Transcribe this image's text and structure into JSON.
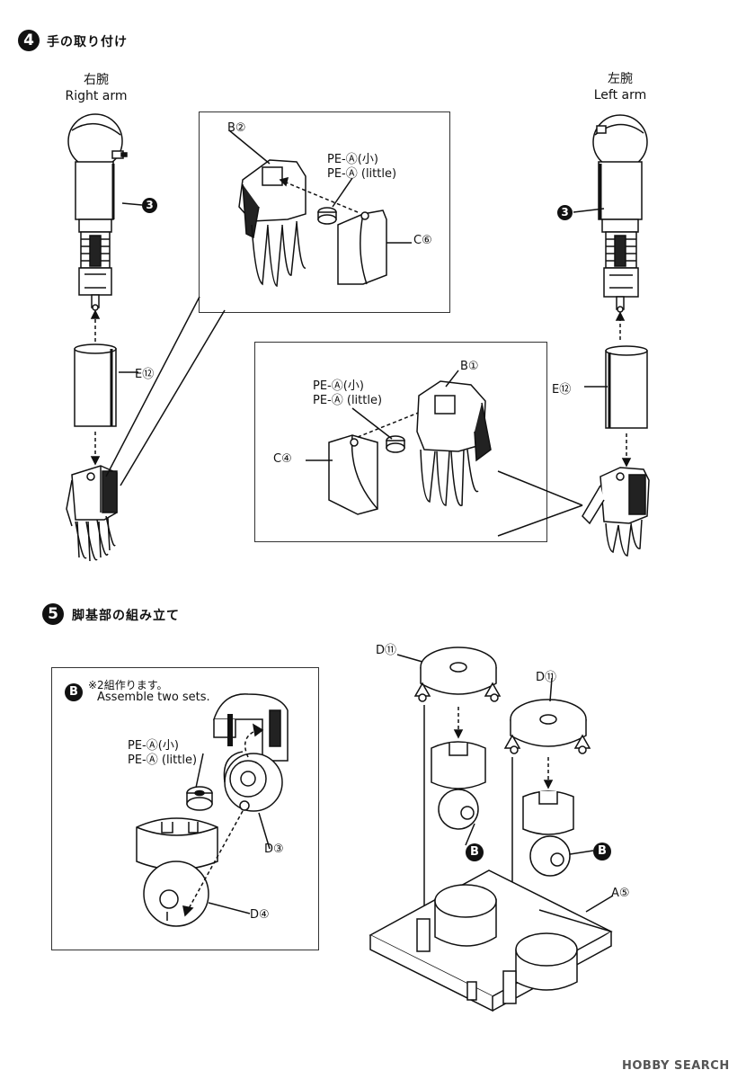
{
  "step4": {
    "number": "4",
    "title": "手の取り付け"
  },
  "step5": {
    "number": "5",
    "title": "脚基部の組み立て"
  },
  "right_arm": {
    "jp": "右腕",
    "en": "Right arm"
  },
  "left_arm": {
    "jp": "左腕",
    "en": "Left arm"
  },
  "parts": {
    "ref3": "3",
    "e12": "E⑫",
    "b2": "B②",
    "b1": "B①",
    "c6": "C⑥",
    "c4": "C④",
    "pe_small": "PE-Ⓐ(小)",
    "pe_little": "PE-Ⓐ (little)",
    "d11": "D⑪",
    "d3": "D③",
    "d4": "D④",
    "a5": "A⑤",
    "b_ref": "B"
  },
  "note": {
    "jp": "※2組作ります。",
    "en": "Assemble two sets."
  },
  "watermark": "HOBBY SEARCH"
}
